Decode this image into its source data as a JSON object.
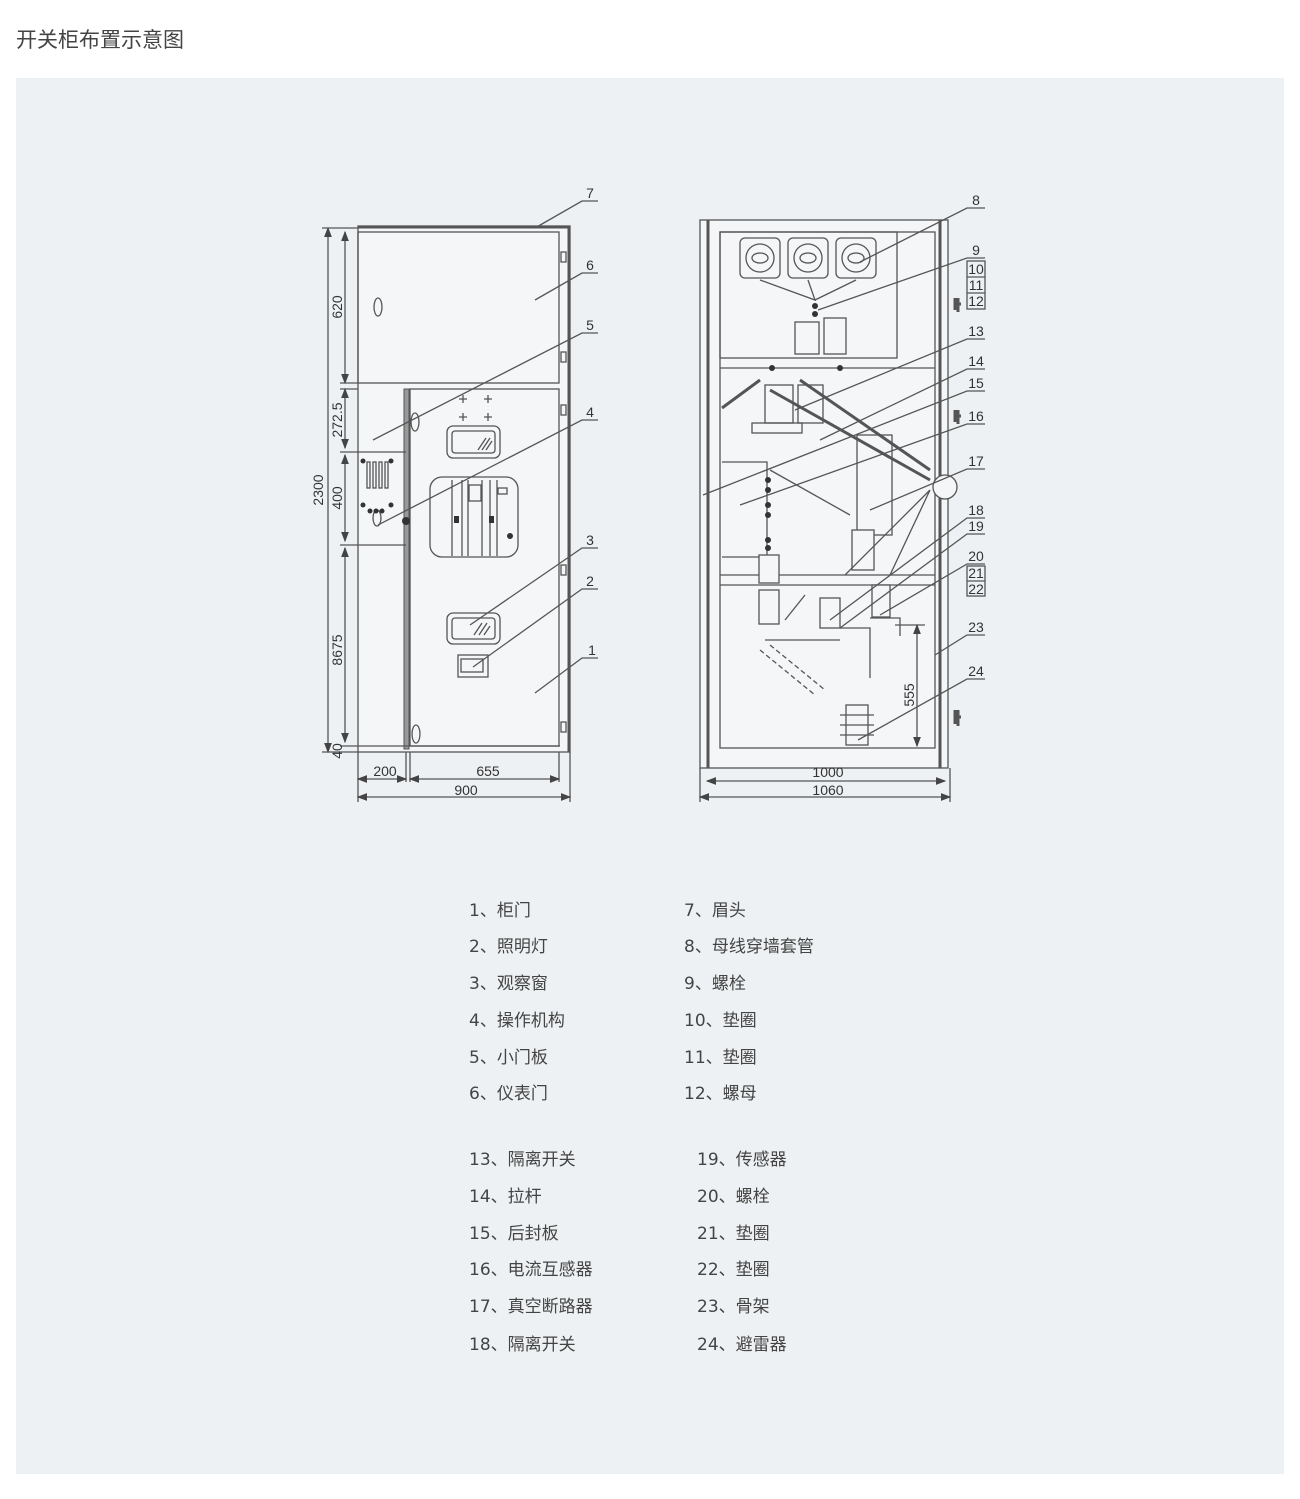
{
  "title": "开关柜布置示意图",
  "front_view": {
    "dimensions": {
      "total_height": "2300",
      "h_top": "620",
      "h_2": "272.5",
      "h_3": "400",
      "h_4": "8675",
      "h_5": "40",
      "w_left": "200",
      "w_door": "655",
      "w_total": "900"
    }
  },
  "rear_view": {
    "dimensions": {
      "h_lower": "555",
      "w_inner": "1000",
      "w_total": "1060"
    }
  },
  "callouts": [
    "1",
    "2",
    "3",
    "4",
    "5",
    "6",
    "7",
    "8",
    "9",
    "10",
    "11",
    "12",
    "13",
    "14",
    "15",
    "16",
    "17",
    "18",
    "19",
    "20",
    "21",
    "22",
    "23",
    "24"
  ],
  "legend": [
    "1、柜门",
    "2、照明灯",
    "3、观察窗",
    "4、操作机构",
    "5、小门板",
    "6、仪表门",
    "7、眉头",
    "8、母线穿墙套管",
    "9、螺栓",
    "10、垫圈",
    "11、垫圈",
    "12、螺母",
    "13、隔离开关",
    "14、拉杆",
    "15、后封板",
    "16、电流互感器",
    "17、真空断路器",
    "18、隔离开关",
    "19、传感器",
    "20、螺栓",
    "21、垫圈",
    "22、垫圈",
    "23、骨架",
    "24、避雷器"
  ]
}
